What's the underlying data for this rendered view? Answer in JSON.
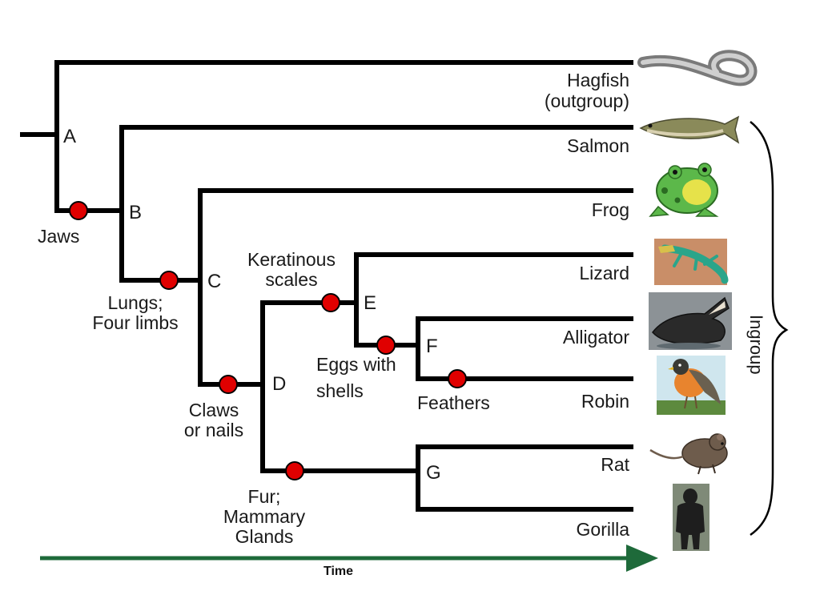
{
  "colors": {
    "branch": "#000000",
    "trait_marker": "#e00000",
    "time_arrow": "#1e6a3a",
    "text": "#1a1a1a"
  },
  "nodes": {
    "a": "A",
    "b": "B",
    "c": "C",
    "d": "D",
    "e": "E",
    "f": "F",
    "g": "G"
  },
  "taxa": {
    "hagfish_1": "Hagfish",
    "hagfish_2": "(outgroup)",
    "salmon": "Salmon",
    "frog": "Frog",
    "lizard": "Lizard",
    "alligator": "Alligator",
    "robin": "Robin",
    "rat": "Rat",
    "gorilla": "Gorilla"
  },
  "traits": {
    "jaws": "Jaws",
    "lungs_1": "Lungs;",
    "lungs_2": "Four limbs",
    "claws_1": "Claws",
    "claws_2": "or nails",
    "scales_1": "Keratinous",
    "scales_2": "scales",
    "eggs_1": "Eggs with",
    "eggs_2": "shells",
    "feathers": "Feathers",
    "fur_1": "Fur;",
    "fur_2": "Mammary",
    "fur_3": "Glands"
  },
  "axis": {
    "time": "Time"
  },
  "bracket": {
    "ingroup": "Ingroup"
  },
  "icons": [
    "hagfish-icon",
    "salmon-icon",
    "frog-icon",
    "lizard-icon",
    "alligator-icon",
    "robin-icon",
    "rat-icon",
    "gorilla-icon"
  ]
}
